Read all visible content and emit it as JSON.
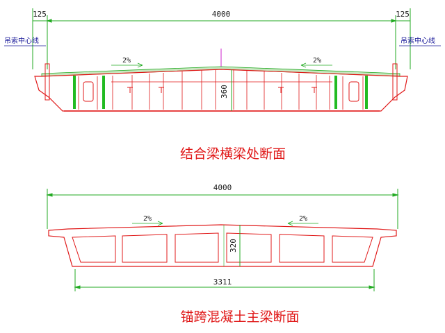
{
  "top_section": {
    "title": "结合梁横梁处断面",
    "overall_width": "4000",
    "left_offset": "125",
    "right_offset": "125",
    "left_cable_centerline": "吊索中心线",
    "right_cable_centerline": "吊索中心线",
    "left_slope": "2%",
    "right_slope": "2%",
    "depth": "360"
  },
  "bottom_section": {
    "title": "锚跨混凝土主梁断面",
    "overall_width": "4000",
    "bottom_width": "3311",
    "left_slope": "2%",
    "right_slope": "2%",
    "depth": "320"
  },
  "colors": {
    "structure": "#e01818",
    "dimension": "#22aa22",
    "text": "#1a1a1a",
    "caption": "#e01818",
    "centerline_label": "#1a1a9a",
    "marker": "#cc22cc"
  }
}
